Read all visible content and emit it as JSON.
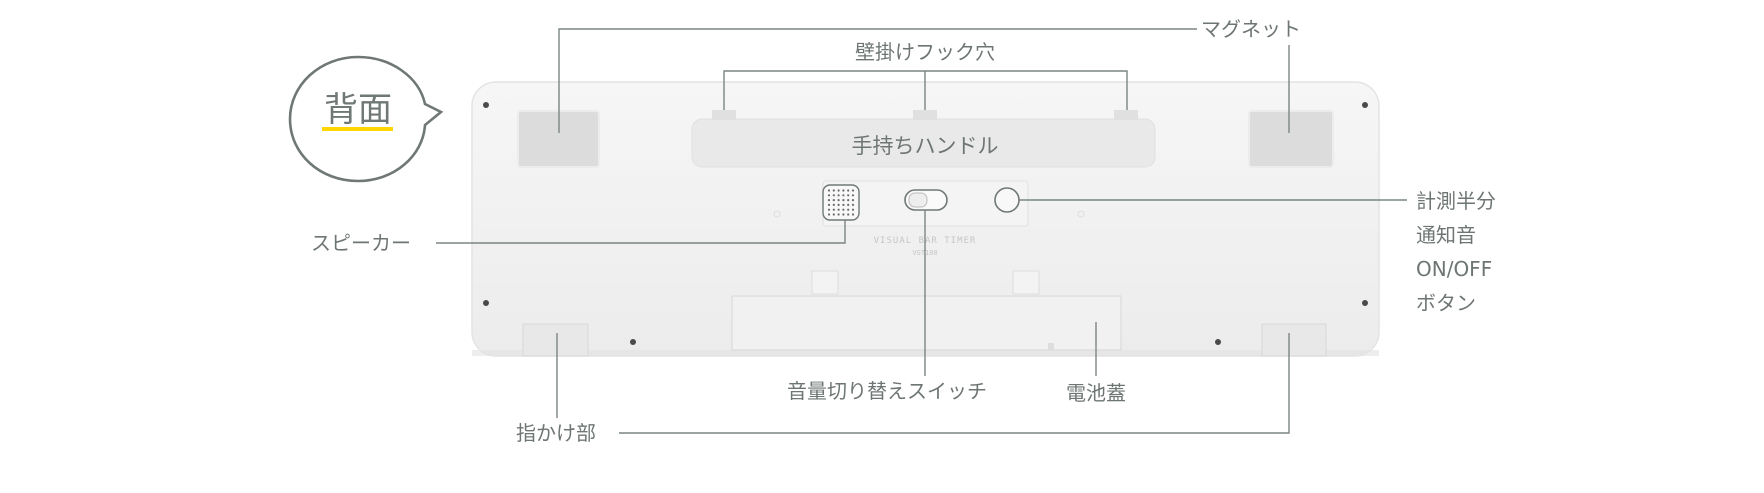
{
  "badge": {
    "label": "背面",
    "underline_color": "#ffd600",
    "outline_color": "#6f7875"
  },
  "device": {
    "brand_text": "VISUAL BAR TIMER",
    "model_text": "VGT100"
  },
  "callouts": {
    "magnet": "マグネット",
    "wall_hook": "壁掛けフック穴",
    "handle": "手持ちハンドル",
    "speaker": "スピーカー",
    "button": [
      "計測半分",
      "通知音",
      "ON/OFF",
      "ボタン"
    ],
    "volume_switch": "音量切り替えスイッチ",
    "battery_cover": "電池蓋",
    "finger_grip": "指かけ部"
  },
  "colors": {
    "text": "#6e7673",
    "line": "#7b8582",
    "body": "#f1f1f1",
    "magnet": "#dcdcdc"
  }
}
